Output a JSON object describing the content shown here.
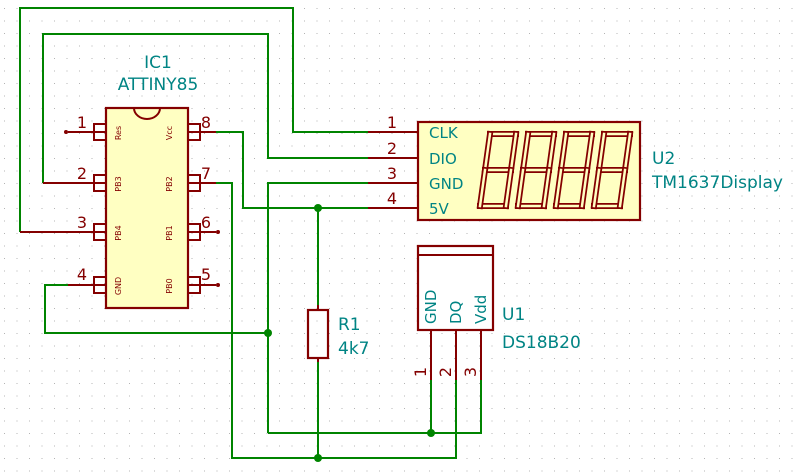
{
  "components": {
    "ic1": {
      "ref": "IC1",
      "value": "ATTINY85",
      "pins": [
        {
          "num": "1",
          "name": "Res"
        },
        {
          "num": "2",
          "name": "PB3"
        },
        {
          "num": "3",
          "name": "PB4"
        },
        {
          "num": "4",
          "name": "GND"
        },
        {
          "num": "5",
          "name": "PB0"
        },
        {
          "num": "6",
          "name": "PB1"
        },
        {
          "num": "7",
          "name": "PB2"
        },
        {
          "num": "8",
          "name": "Vcc"
        }
      ]
    },
    "u2": {
      "ref": "U2",
      "value": "TM1637Display",
      "pins": [
        {
          "num": "1",
          "name": "CLK"
        },
        {
          "num": "2",
          "name": "DIO"
        },
        {
          "num": "3",
          "name": "GND"
        },
        {
          "num": "4",
          "name": "5V"
        }
      ]
    },
    "r1": {
      "ref": "R1",
      "value": "4k7"
    },
    "u1": {
      "ref": "U1",
      "value": "DS18B20",
      "pins": [
        {
          "num": "1",
          "name": "GND"
        },
        {
          "num": "2",
          "name": "DQ"
        },
        {
          "num": "3",
          "name": "Vdd"
        }
      ]
    }
  },
  "colors": {
    "wire": "#008400",
    "component_outline": "#840000",
    "ic_fill": "#ffffc2",
    "label": "#008484",
    "grid_dot": "#b4b4b4"
  }
}
